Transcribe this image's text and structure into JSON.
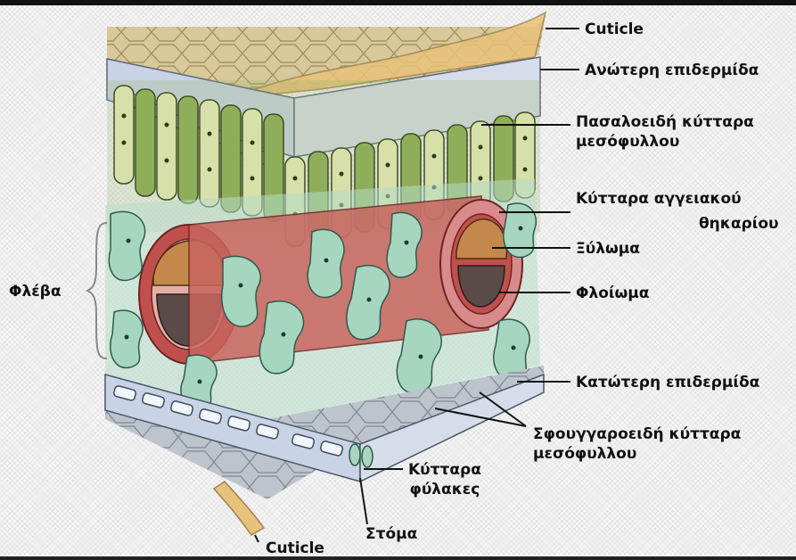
{
  "labels": {
    "cuticle_top": "Cuticle",
    "upper_epidermis": "Ανώτερη επιδερμίδα",
    "palisade_line1": "Πασαλοειδή κύτταρα",
    "palisade_line2": "μεσόφυλλου",
    "bundle_sheath_line1": "Κύτταρα αγγειακού",
    "bundle_sheath_line2": "θηκαρίου",
    "xylem": "Ξύλωμα",
    "phloem": "Φλοίωμα",
    "vein": "Φλέβα",
    "lower_epidermis": "Κατώτερη επιδερμίδα",
    "spongy_line1": "Σφουγγαροειδή κύτταρα",
    "spongy_line2": "μεσόφυλλου",
    "guard_line1": "Κύτταρα",
    "guard_line2": "φύλακες",
    "stoma": "Στόμα",
    "cuticle_bottom": "Cuticle"
  },
  "colors": {
    "cuticle": "#e8c27a",
    "epidermis": "#c9d3e6",
    "palisade": "#9db46a",
    "palisade_light": "#d7e0a8",
    "spongy": "#a7d6c0",
    "vein_red": "#c0504d",
    "xylem": "#c4894a",
    "phloem": "#5a4a48",
    "bottom_surface": "#b9c0c8"
  }
}
